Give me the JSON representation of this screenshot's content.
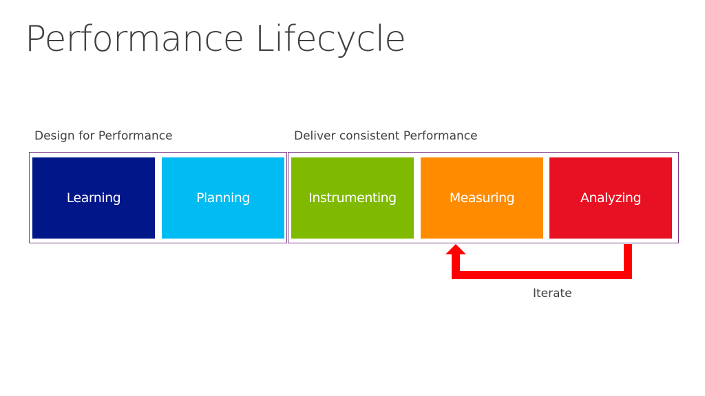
{
  "title": "Performance Lifecycle",
  "groups": [
    {
      "label": "Design for Performance",
      "box_color": "#7d3f86"
    },
    {
      "label": "Deliver consistent Performance",
      "box_color": "#7d3f86"
    }
  ],
  "stages": [
    {
      "label": "Learning",
      "color": "#001689"
    },
    {
      "label": "Planning",
      "color": "#00bcf2"
    },
    {
      "label": "Instrumenting",
      "color": "#7fba00"
    },
    {
      "label": "Measuring",
      "color": "#ff8c00"
    },
    {
      "label": "Analyzing",
      "color": "#e81123"
    }
  ],
  "loop": {
    "label": "Iterate",
    "from": "Analyzing",
    "to": "Measuring",
    "color": "#ff0000"
  }
}
